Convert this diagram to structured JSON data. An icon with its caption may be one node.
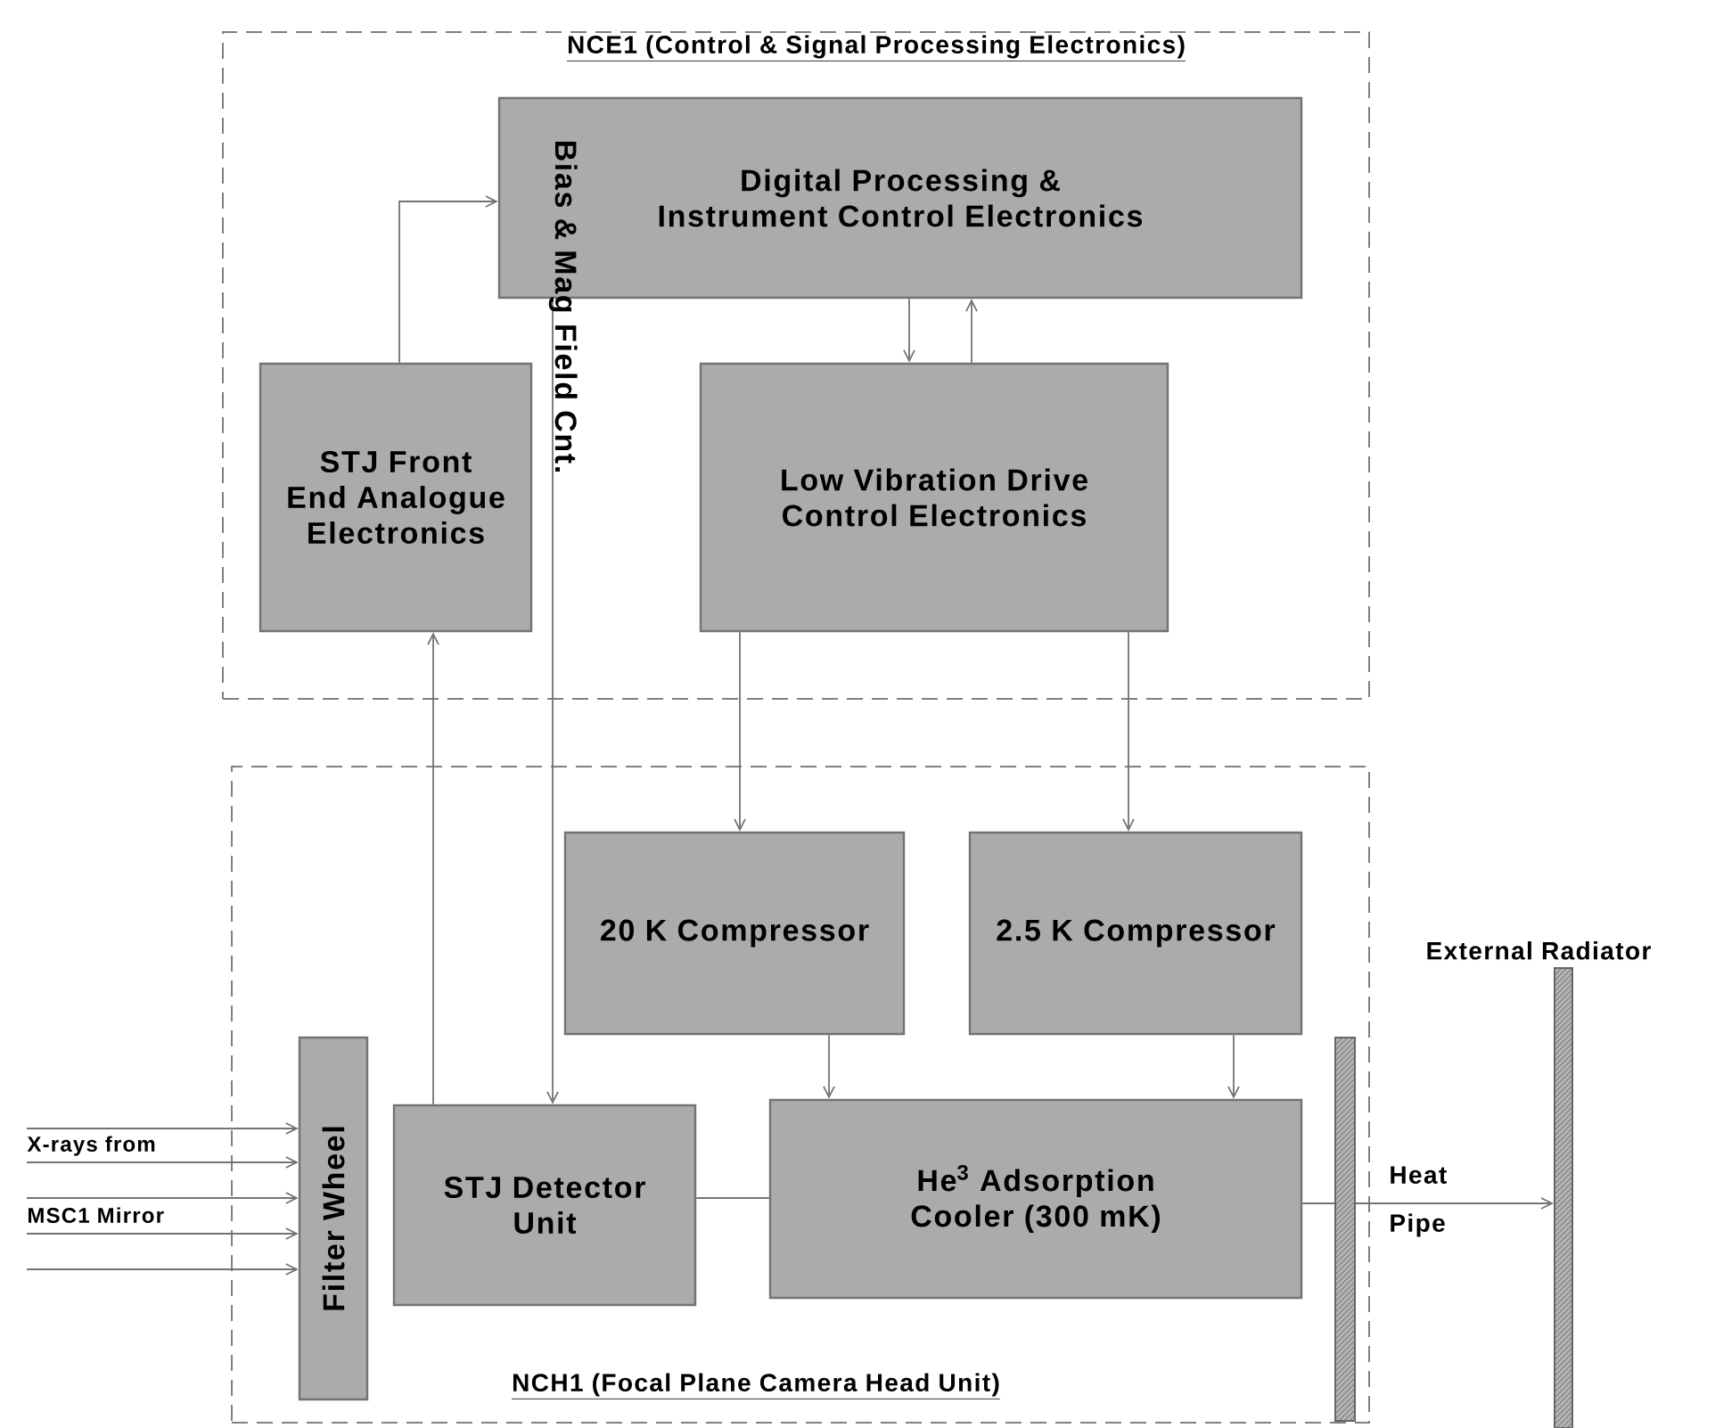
{
  "diagram": {
    "nodes": [
      {
        "text": [
          "NCE1 (Control & Signal Processing Electronics)"
        ]
      },
      {
        "text": [
          "Digital Processing & Instrument Control Electronics"
        ],
        "in": 0
      },
      {
        "text": [
          "STJ Front End Analogue Electronics"
        ],
        "in": 0
      },
      {
        "text": [
          "Low Vibration Drive Control Electronics"
        ],
        "in": 0
      },
      {
        "text": [
          "NCH1 (Focal Plane Camera Head Unit)"
        ]
      },
      {
        "text": [
          "20 K Compressor"
        ],
        "in": 4
      },
      {
        "text": [
          "2.5 K Compressor"
        ],
        "in": 4
      },
      {
        "text": [
          "Filter Wheel"
        ],
        "in": 4
      },
      {
        "text": [
          "STJ Detector Unit"
        ],
        "in": 4
      },
      {
        "text": [
          "He$^{3}$ Adsorption Cooler (300 mK)"
        ],
        "in": 4
      },
      {
        "text": [],
        "shape": "bar",
        "in": 4
      },
      {
        "text": [
          "External Radiator"
        ]
      },
      {
        "text": [
          "X-rays from MSC1 Mirror"
        ]
      }
    ],
    "edges": [
      {
        "from": 2,
        "to": 1,
        "arrow": "to"
      },
      {
        "from": 1,
        "to": 3,
        "arrow": "to"
      },
      {
        "from": 3,
        "to": 1,
        "arrow": "to"
      },
      {
        "from": 1,
        "to": 8,
        "arrow": "to",
        "label": "Bias & Mag Field Cnt."
      },
      {
        "from": 8,
        "to": 2,
        "arrow": "to"
      },
      {
        "from": 3,
        "to": 5,
        "arrow": "to"
      },
      {
        "from": 3,
        "to": 6,
        "arrow": "to"
      },
      {
        "from": 5,
        "to": 9,
        "arrow": "to"
      },
      {
        "from": 6,
        "to": 9,
        "arrow": "to"
      },
      {
        "from": 8,
        "to": 9,
        "arrow": "none"
      },
      {
        "from": 9,
        "to": 10,
        "arrow": "none"
      },
      {
        "from": 10,
        "to": 11,
        "arrow": "to",
        "label": "Heat Pipe"
      },
      {
        "from": 12,
        "to": 7,
        "arrow": "to"
      },
      {
        "from": 12,
        "to": 7,
        "arrow": "to"
      },
      {
        "from": 12,
        "to": 7,
        "arrow": "to"
      },
      {
        "from": 12,
        "to": 7,
        "arrow": "to"
      },
      {
        "from": 12,
        "to": 7,
        "arrow": "to"
      }
    ]
  }
}
